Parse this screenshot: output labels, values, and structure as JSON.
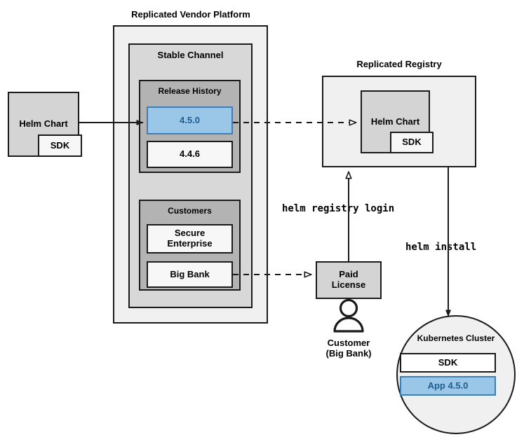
{
  "diagram": {
    "title_vendor_platform": "Replicated Vendor Platform",
    "title_registry": "Replicated Registry",
    "stable_channel": "Stable Channel",
    "release_history": "Release History",
    "customers": "Customers",
    "kubernetes_cluster": "Kubernetes Cluster"
  },
  "nodes": {
    "helm_chart_left": "Helm Chart",
    "sdk_left": "SDK",
    "release_450": "4.5.0",
    "release_446": "4.4.6",
    "customer_secure_enterprise": "Secure\nEnterprise",
    "customer_big_bank": "Big Bank",
    "helm_chart_registry": "Helm Chart",
    "sdk_registry": "SDK",
    "paid_license": "Paid\nLicense",
    "customer_person": "Customer\n(Big Bank)",
    "cluster_sdk": "SDK",
    "cluster_app": "App 4.5.0"
  },
  "commands": {
    "helm_registry_login": "helm registry login",
    "helm_install": "helm install"
  },
  "colors": {
    "highlight_fill": "#9ac7e8",
    "highlight_border": "#3c7fb8",
    "highlight_text": "#1f5c8f",
    "outer_fill": "#f0f0f0",
    "mid_fill": "#d8d8d8",
    "inner_fill": "#b3b3b3",
    "node_fill": "#d4d4d4",
    "white_fill": "#f7f7f7",
    "stroke": "#1a1a1a"
  },
  "icons": {
    "person": "person-icon",
    "arrow_solid": "arrow-solid",
    "arrow_dashed": "arrow-dashed"
  }
}
